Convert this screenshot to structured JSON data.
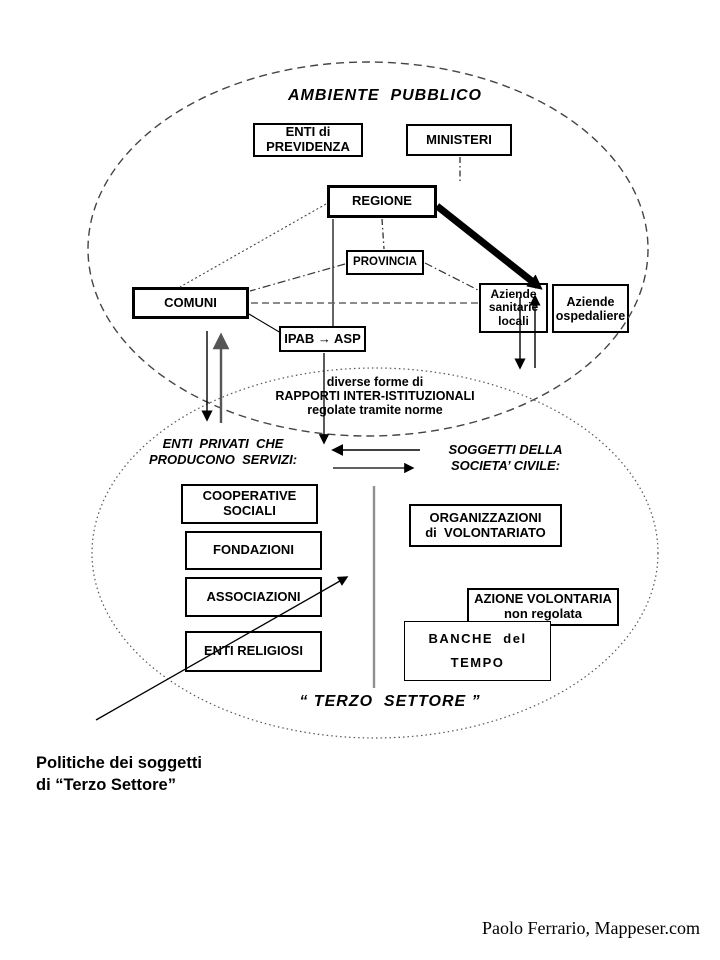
{
  "colors": {
    "ink": "#000000",
    "gray_arrow": "#555555",
    "divider_gray": "#909090",
    "dashed_link_gray": "#666666",
    "background": "#ffffff"
  },
  "public_environment": {
    "title": "AMBIENTE  PUBBLICO",
    "enti_previdenza": {
      "line1": "ENTI di",
      "line2": "PREVIDENZA"
    },
    "ministeri": "MINISTERI",
    "regione": "REGIONE",
    "provincia": "PROVINCIA",
    "comuni": "COMUNI",
    "ipab_asp": "IPAB → ASP",
    "aziende_sanitarie": {
      "line1": "Aziende",
      "line2": "sanitarie",
      "line3": "locali"
    },
    "aziende_ospedaliere": {
      "line1": "Aziende",
      "line2": "ospedaliere"
    }
  },
  "inter_institutional_note": {
    "line1": "diverse forme di",
    "line2": "RAPPORTI INTER-ISTITUZIONALI",
    "line3": "regolate tramite norme"
  },
  "third_sector": {
    "left_heading": {
      "line1": "ENTI  PRIVATI  CHE",
      "line2": "PRODUCONO  SERVIZI:"
    },
    "right_heading": {
      "line1": "SOGGETTI DELLA",
      "line2": "SOCIETA’ CIVILE:"
    },
    "cooperative_sociali": {
      "line1": "COOPERATIVE",
      "line2": "SOCIALI"
    },
    "fondazioni": "FONDAZIONI",
    "associazioni": "ASSOCIAZIONI",
    "enti_religiosi": "ENTI RELIGIOSI",
    "organizzazioni_volontariato": {
      "line1": "ORGANIZZAZIONI",
      "line2": "di  VOLONTARIATO"
    },
    "azione_volontaria": {
      "line1": "AZIONE VOLONTARIA",
      "line2": "non regolata"
    },
    "banche_tempo": {
      "line1": "BANCHE  del",
      "line2": "TEMPO"
    },
    "label": "“ TERZO  SETTORE ”"
  },
  "caption": {
    "line1": "Politiche dei soggetti",
    "line2": "di “Terzo Settore”"
  },
  "attribution": "Paolo Ferrario, Mappeser.com"
}
